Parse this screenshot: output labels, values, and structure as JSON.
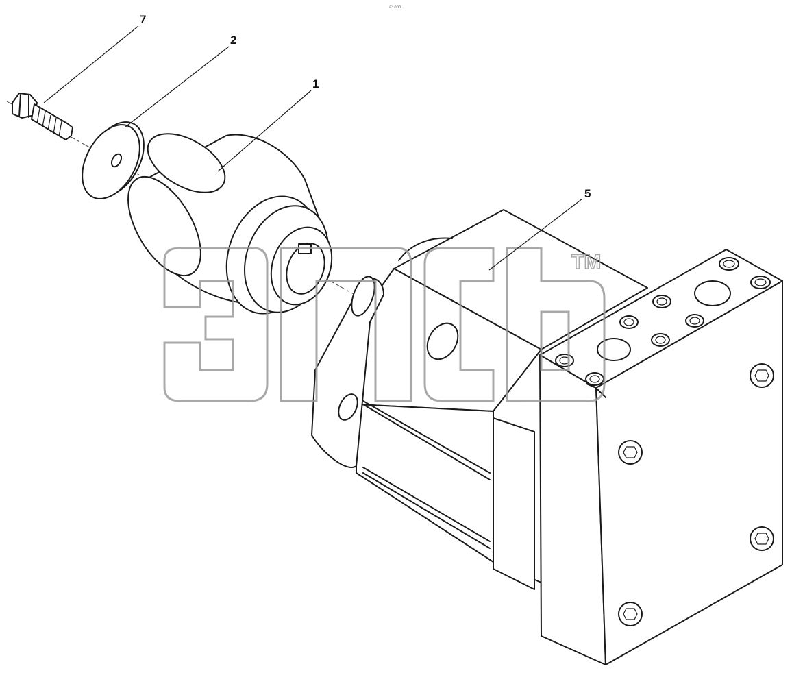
{
  "callouts": [
    {
      "label": "7",
      "part": "bolt"
    },
    {
      "label": "2",
      "part": "washer"
    },
    {
      "label": "1",
      "part": "coupling"
    },
    {
      "label": "5",
      "part": "hydraulic-motor"
    }
  ],
  "watermark": {
    "trademark": "TM"
  },
  "header_mark": "a° ooo",
  "colors": {
    "line": "#1a1a1a",
    "watermark": "#9a9a9a",
    "background": "#ffffff"
  }
}
